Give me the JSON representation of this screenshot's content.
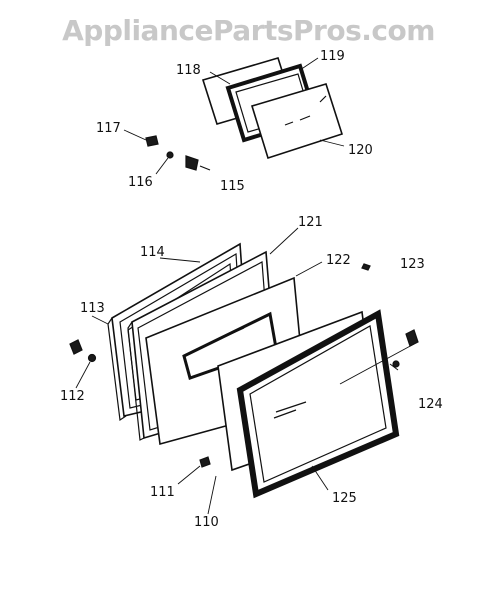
{
  "watermark": "AppliancePartsPros.com",
  "labels": {
    "l118": "118",
    "l119": "119",
    "l117": "117",
    "l120": "120",
    "l116": "116",
    "l115": "115",
    "l121": "121",
    "l114": "114",
    "l122": "122",
    "l123": "123",
    "l113": "113",
    "l112": "112",
    "l124": "124",
    "l111": "111",
    "l125": "125",
    "l110": "110"
  }
}
